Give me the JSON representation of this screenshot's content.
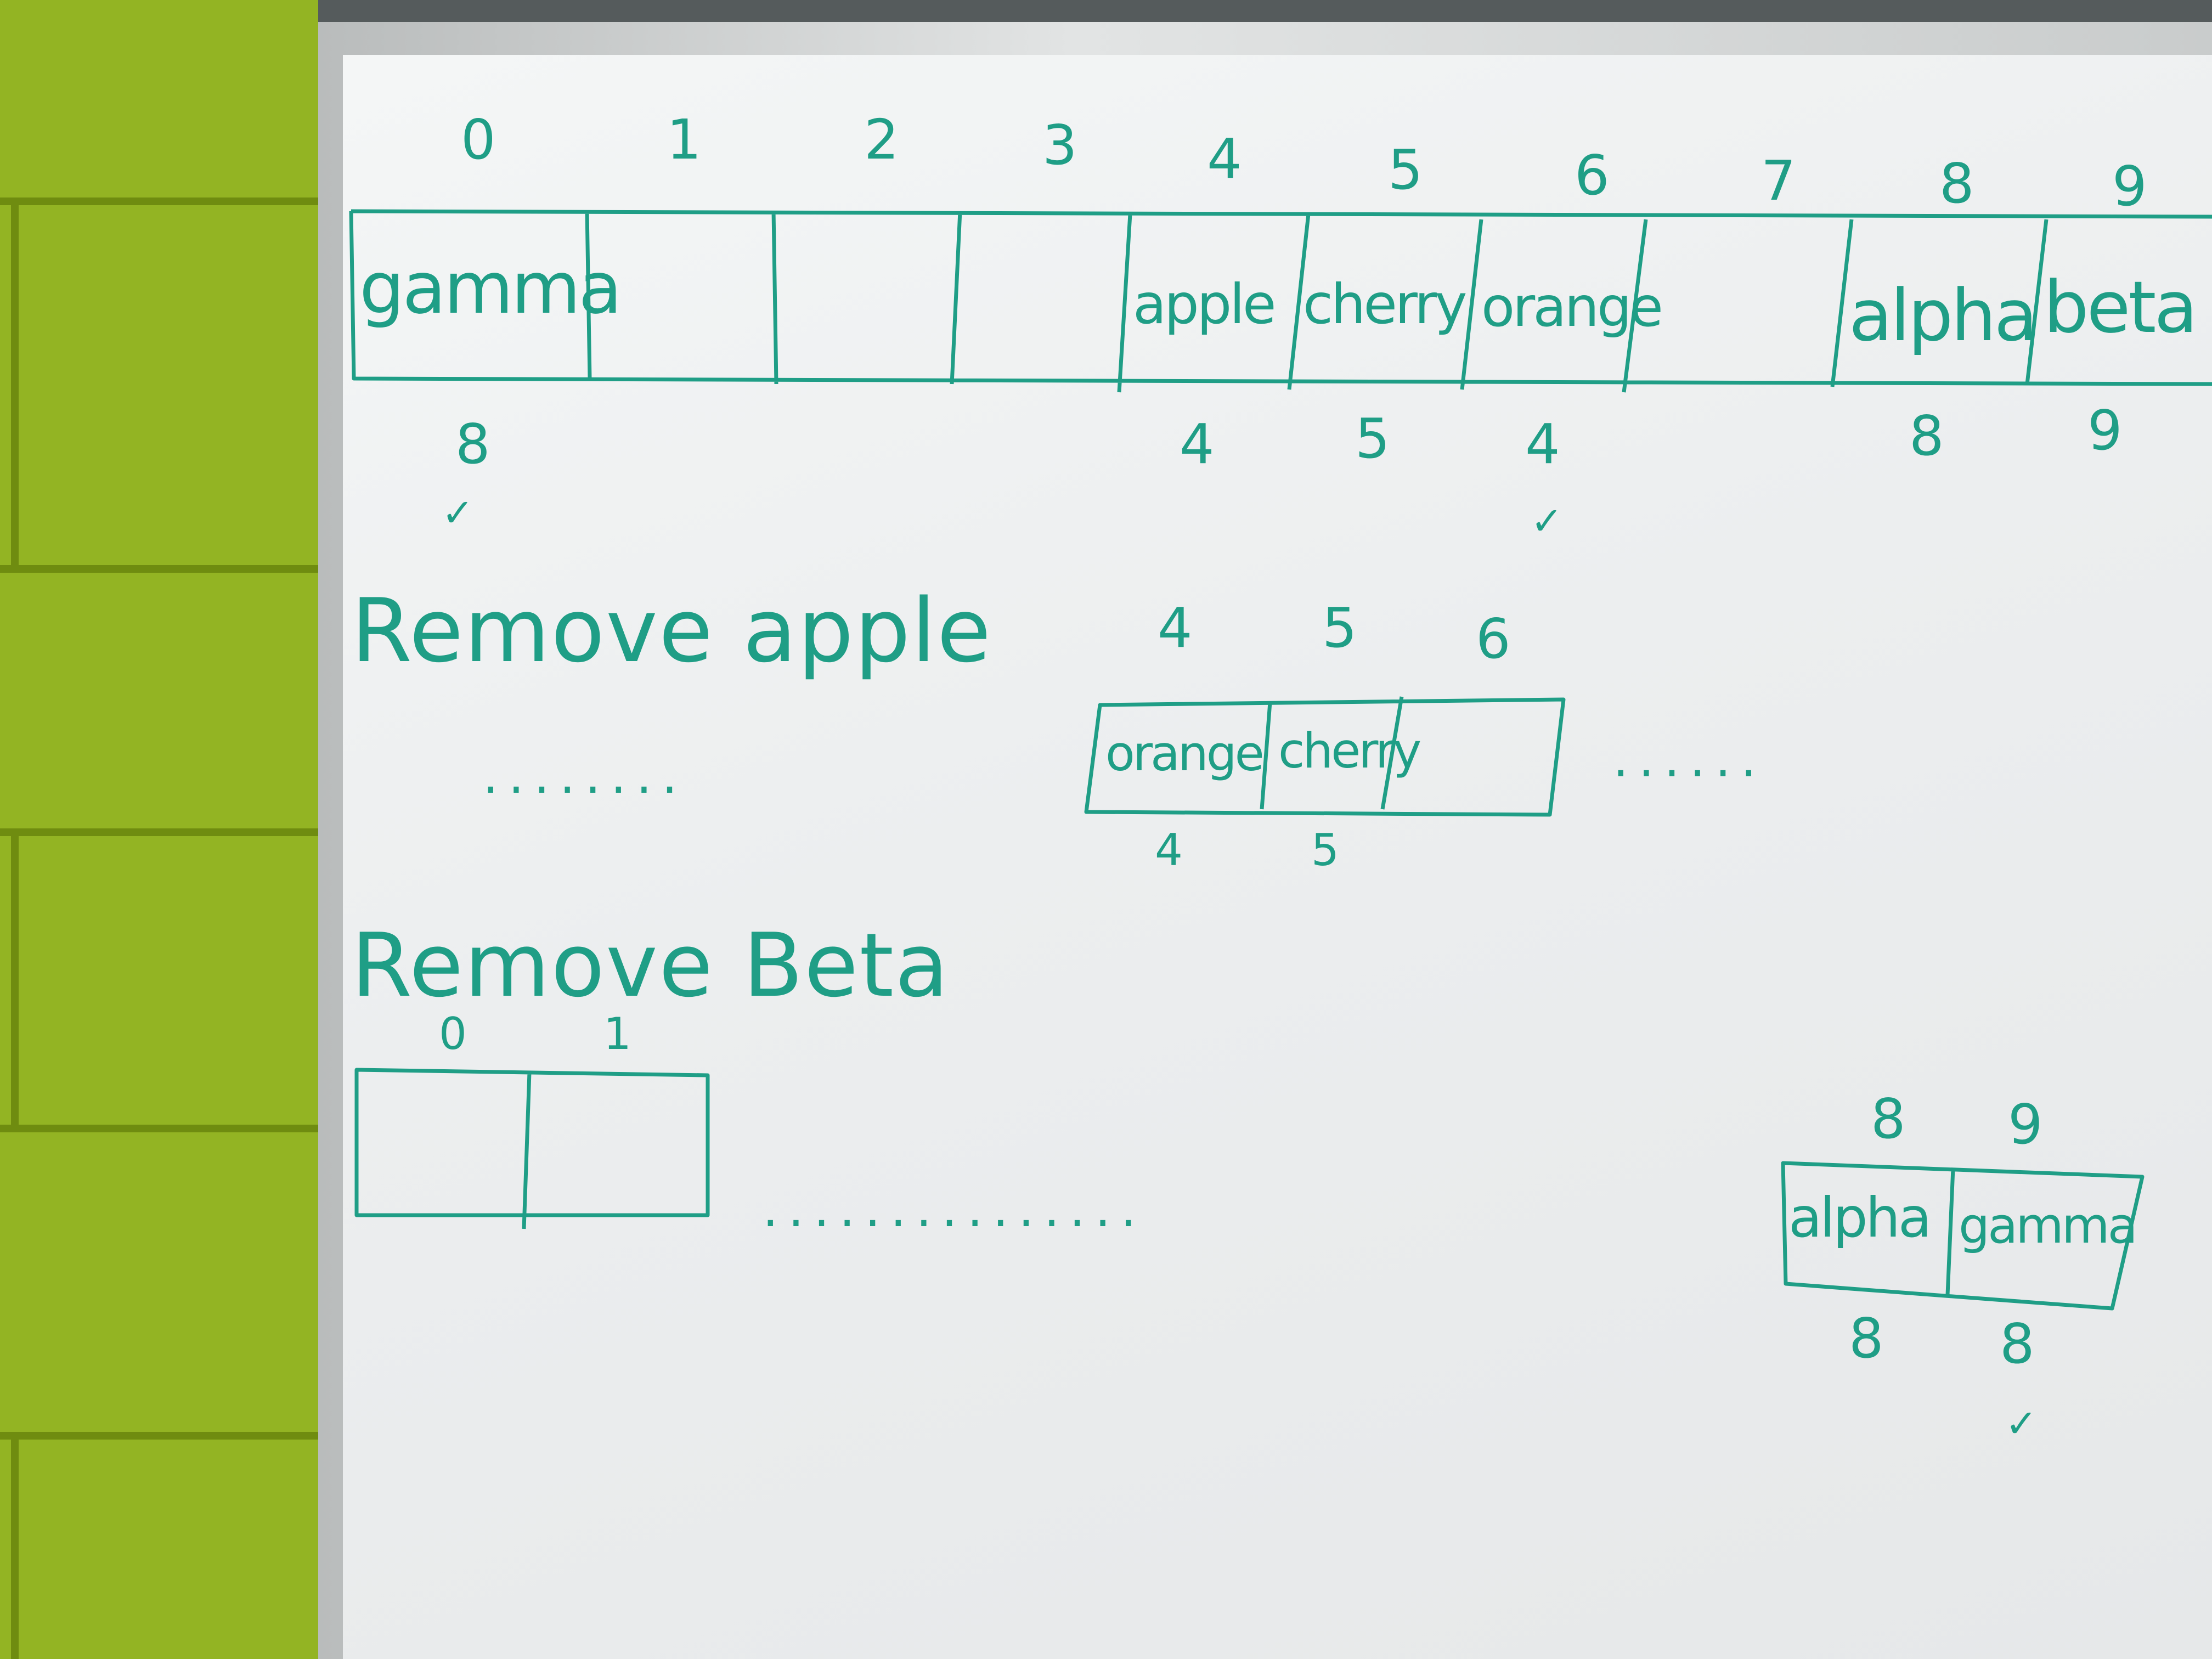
{
  "whiteboard": {
    "ink_color": "#1f9e86",
    "top_array": {
      "indices": [
        "0",
        "1",
        "2",
        "3",
        "4",
        "5",
        "6",
        "7",
        "8",
        "9"
      ],
      "cells": [
        "gamma",
        "",
        "",
        "",
        "apple",
        "cherry",
        "orange",
        "",
        "alpha",
        "beta"
      ],
      "hashes": [
        "8",
        "4",
        "5",
        "4",
        "8",
        "9"
      ],
      "checkmarks": [
        "✓",
        "✓"
      ]
    },
    "remove_apple": {
      "heading": "Remove apple",
      "indices": [
        "4",
        "5",
        "6"
      ],
      "cells": [
        "orange",
        "cherry",
        ""
      ],
      "hashes": [
        "4",
        "5"
      ],
      "dots_left": "........",
      "dots_right": "......"
    },
    "remove_beta": {
      "heading": "Remove Beta",
      "left_indices": [
        "0",
        "1"
      ],
      "left_cells": [
        "",
        ""
      ],
      "dots": "...............",
      "right_indices": [
        "8",
        "9"
      ],
      "right_cells": [
        "alpha",
        "gamma"
      ],
      "hashes": [
        "8",
        "8"
      ],
      "checkmark": "✓"
    }
  }
}
